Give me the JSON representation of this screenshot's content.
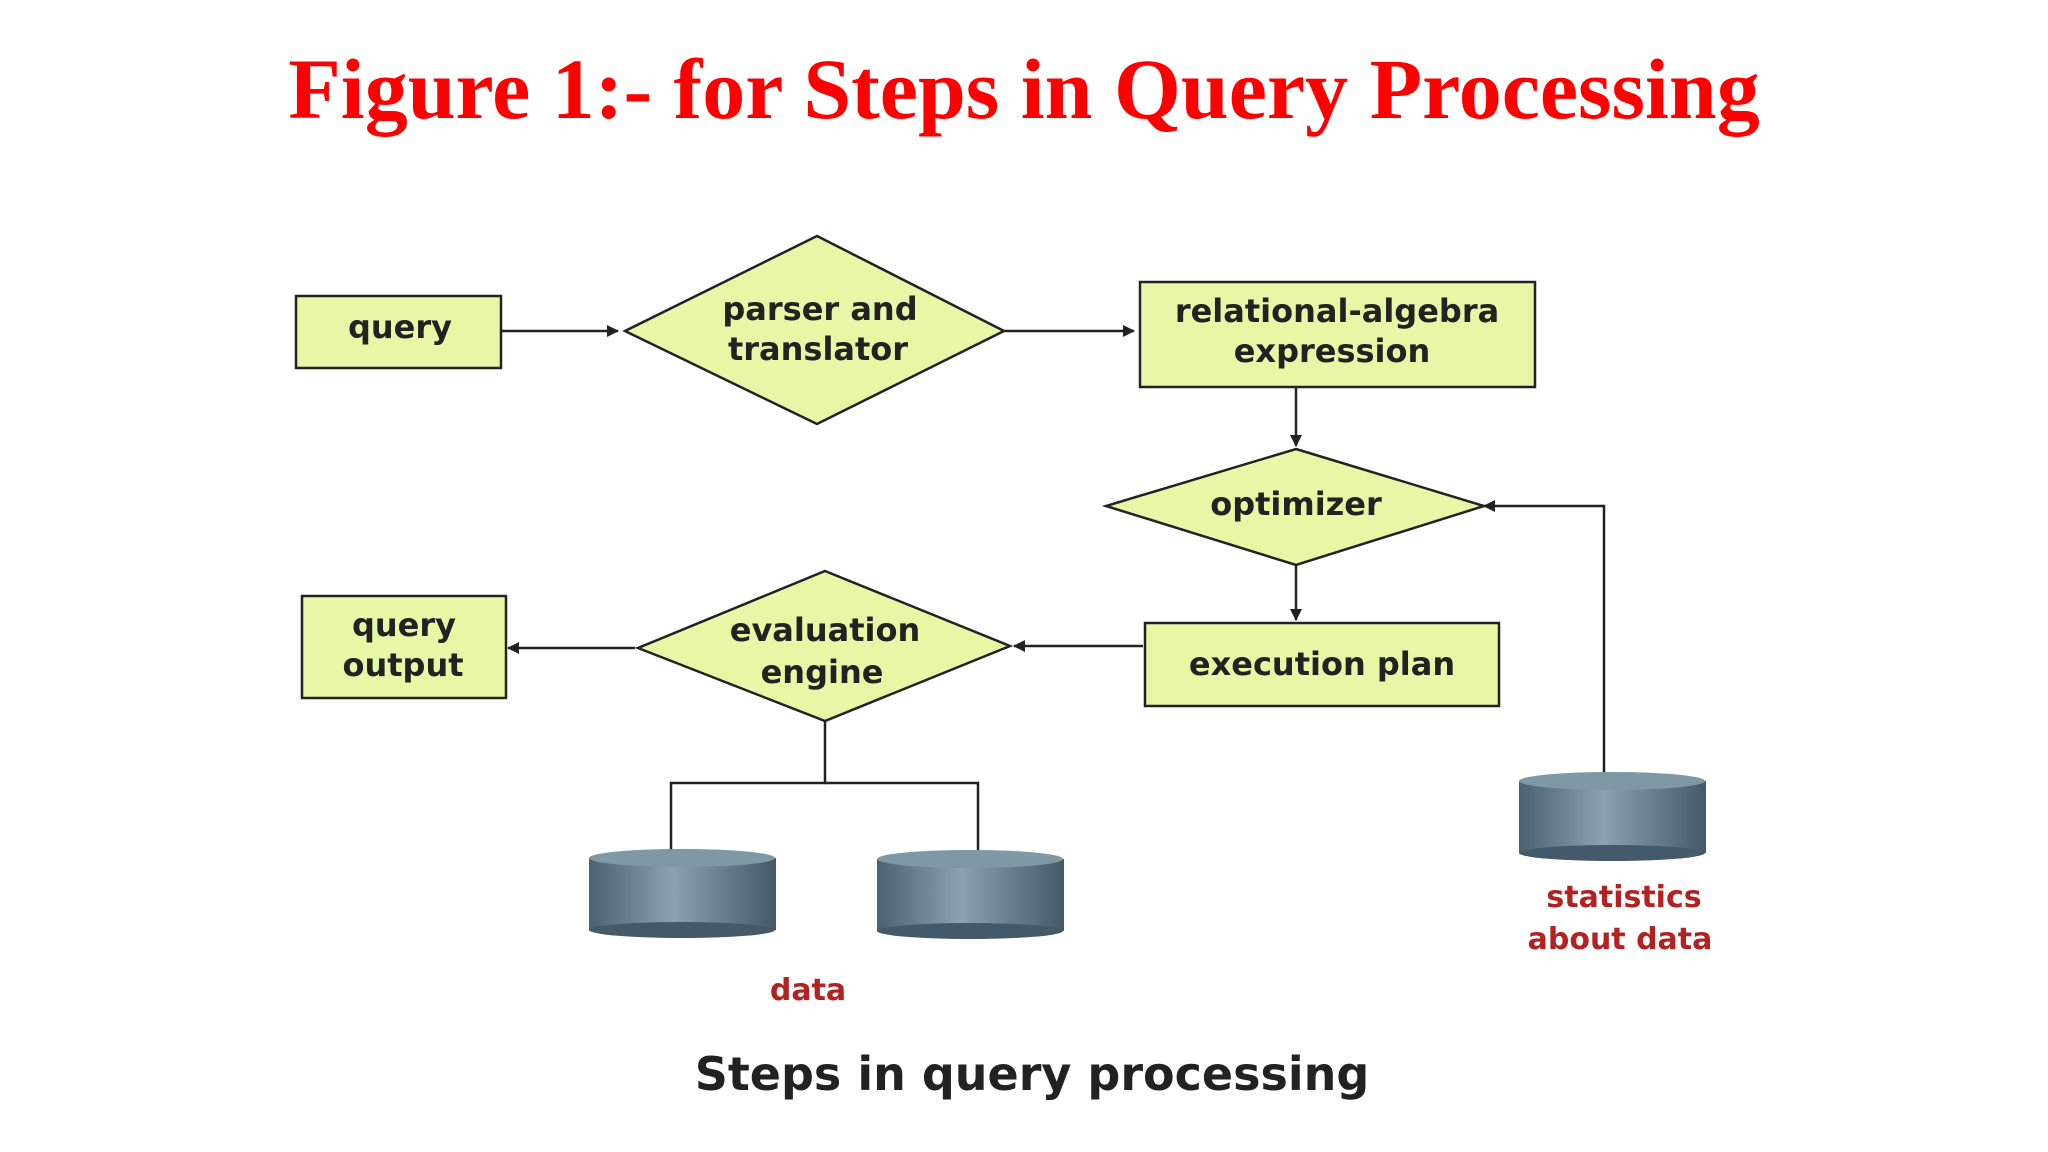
{
  "title": "Figure 1:- for Steps in Query Processing",
  "caption": "Steps in query processing",
  "colors": {
    "title": "#ff0000",
    "node_fill": "#e6f7a6",
    "node_stroke": "#222222",
    "store_label": "#b22222",
    "cylinder_body": "#5c7583",
    "cylinder_top": "#7f98a6"
  },
  "nodes": {
    "query": {
      "shape": "rectangle",
      "line1": "query"
    },
    "parser": {
      "shape": "diamond",
      "line1": "parser and",
      "line2": "translator"
    },
    "relational_algebra": {
      "shape": "rectangle",
      "line1": "relational-algebra",
      "line2": "expression"
    },
    "optimizer": {
      "shape": "diamond",
      "line1": "optimizer"
    },
    "execution_plan": {
      "shape": "rectangle",
      "line1": "execution plan"
    },
    "evaluation_engine": {
      "shape": "diamond",
      "line1": "evaluation",
      "line2": "engine"
    },
    "query_output": {
      "shape": "rectangle",
      "line1": "query",
      "line2": "output"
    }
  },
  "stores": {
    "data": {
      "label": "data",
      "icon": "database-cylinder-icon",
      "count": 2
    },
    "statistics": {
      "line1": "statistics",
      "line2": "about data",
      "icon": "database-cylinder-icon",
      "count": 1
    }
  },
  "edges": [
    {
      "from": "query",
      "to": "parser and translator"
    },
    {
      "from": "parser and translator",
      "to": "relational-algebra expression"
    },
    {
      "from": "relational-algebra expression",
      "to": "optimizer"
    },
    {
      "from": "statistics about data",
      "to": "optimizer"
    },
    {
      "from": "optimizer",
      "to": "execution plan"
    },
    {
      "from": "execution plan",
      "to": "evaluation engine"
    },
    {
      "from": "evaluation engine",
      "to": "query output"
    },
    {
      "from": "evaluation engine",
      "to": "data"
    }
  ]
}
